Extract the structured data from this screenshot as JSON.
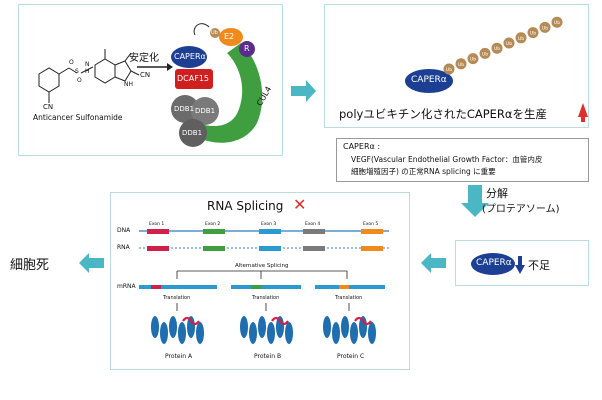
{
  "mechanism": {
    "compound_label": "Anticancer Sulfonamide",
    "stabilize_label": "安定化",
    "ub": "Ub",
    "e2": "E2",
    "r": "R",
    "caper_alpha": "CAPERα",
    "dcaf15": "DCAF15",
    "ddb1": "DDB1",
    "cul4": "CUL4",
    "cn_top": "CN",
    "cn_bottom": "CN",
    "nh": "NH",
    "n": "N",
    "h": "H",
    "s": "S",
    "o": "O"
  },
  "poly_ub_box": {
    "caption": "polyユビキチン化されたCAPERαを生産",
    "caper_alpha": "CAPERα",
    "ub": "Ub"
  },
  "caper_note": {
    "title": "CAPERα :",
    "line1": "VEGF(Vascular Endothelial Growth Factor：血管内皮",
    "line2": "細胞増殖因子) の正常RNA splicing に重要"
  },
  "degradation": {
    "label": "分解",
    "sublabel": "(プロテアソーム)"
  },
  "shortage_box": {
    "caper_alpha": "CAPERα",
    "shortage": "不足"
  },
  "splicing_box": {
    "title": "RNA Splicing",
    "dna": "DNA",
    "rna": "RNA",
    "mrna": "mRNA",
    "exons": [
      "Exon 1",
      "Exon 2",
      "Exon 3",
      "Exon 4",
      "Exon 5"
    ],
    "alt_splicing": "Alternative Splicing",
    "translation": "Translation",
    "proteins": [
      "Protein A",
      "Protein B",
      "Protein C"
    ]
  },
  "cell_death": {
    "label": "細胞死"
  },
  "colors": {
    "arrow": "#4bb6c4",
    "box_border": "#bcdbe4",
    "caper": "#1c3f94",
    "dcaf15": "#d01f1f",
    "ddb1": "#6b6b6b",
    "cul4": "#3f9e3f",
    "e2": "#f08a1c",
    "r": "#5a2d8c",
    "ub": "#b68a55",
    "red_mark": "#e0302d",
    "protein": "#1f6fb0",
    "protein_accent": "#d0204a"
  }
}
